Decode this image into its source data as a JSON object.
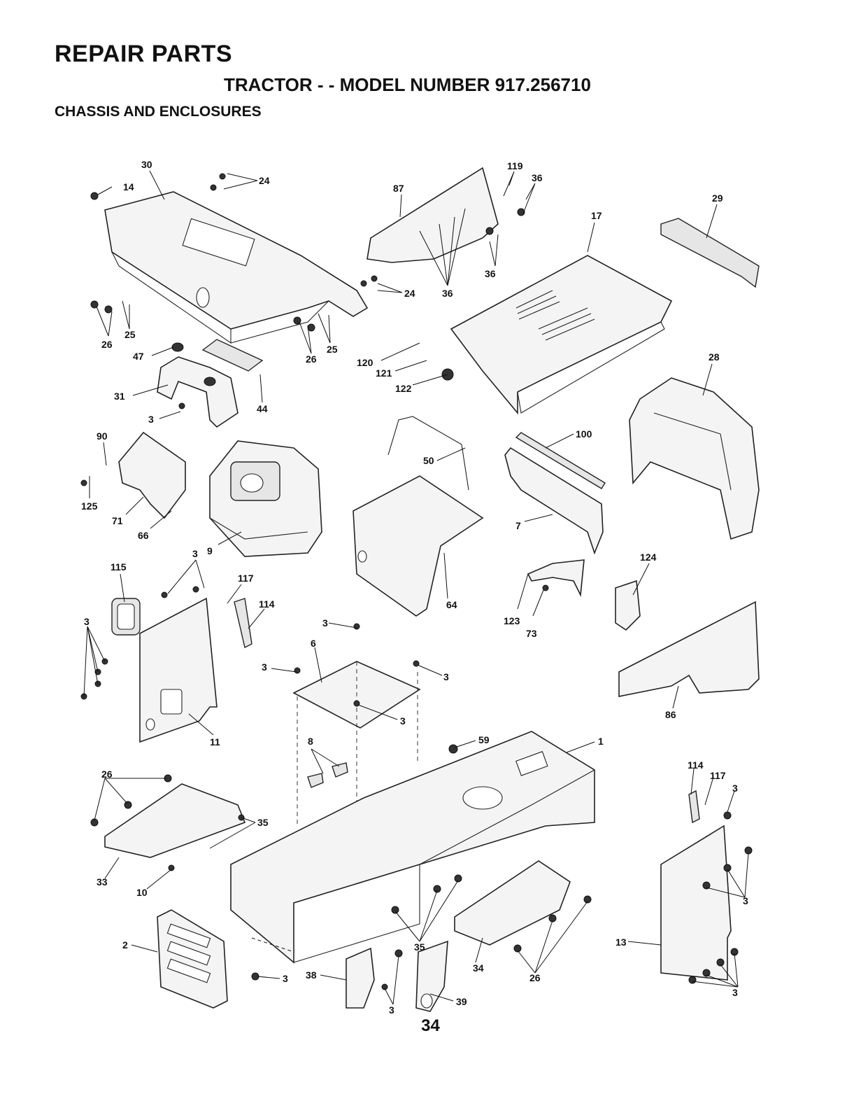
{
  "header": {
    "title": "REPAIR PARTS",
    "subtitle": "TRACTOR - - MODEL NUMBER 917.256710",
    "section": "CHASSIS AND ENCLOSURES"
  },
  "callouts": [
    {
      "id": "c30",
      "text": "30"
    },
    {
      "id": "c14",
      "text": "14"
    },
    {
      "id": "c24a",
      "text": "24"
    },
    {
      "id": "c87",
      "text": "87"
    },
    {
      "id": "c119",
      "text": "119"
    },
    {
      "id": "c36a",
      "text": "36"
    },
    {
      "id": "c17",
      "text": "17"
    },
    {
      "id": "c29",
      "text": "29"
    },
    {
      "id": "c36b",
      "text": "36"
    },
    {
      "id": "c24b",
      "text": "24"
    },
    {
      "id": "c36c",
      "text": "36"
    },
    {
      "id": "c26a",
      "text": "26"
    },
    {
      "id": "c25a",
      "text": "25"
    },
    {
      "id": "c47",
      "text": "47"
    },
    {
      "id": "c26b",
      "text": "26"
    },
    {
      "id": "c25b",
      "text": "25"
    },
    {
      "id": "c120",
      "text": "120"
    },
    {
      "id": "c121",
      "text": "121"
    },
    {
      "id": "c122",
      "text": "122"
    },
    {
      "id": "c28",
      "text": "28"
    },
    {
      "id": "c31",
      "text": "31"
    },
    {
      "id": "c44",
      "text": "44"
    },
    {
      "id": "c3a",
      "text": "3"
    },
    {
      "id": "c90",
      "text": "90"
    },
    {
      "id": "c100",
      "text": "100"
    },
    {
      "id": "c50",
      "text": "50"
    },
    {
      "id": "c125",
      "text": "125"
    },
    {
      "id": "c71",
      "text": "71"
    },
    {
      "id": "c66",
      "text": "66"
    },
    {
      "id": "c7",
      "text": "7"
    },
    {
      "id": "c9",
      "text": "9"
    },
    {
      "id": "c124",
      "text": "124"
    },
    {
      "id": "c115",
      "text": "115"
    },
    {
      "id": "c3b",
      "text": "3"
    },
    {
      "id": "c117a",
      "text": "117"
    },
    {
      "id": "c114a",
      "text": "114"
    },
    {
      "id": "c64",
      "text": "64"
    },
    {
      "id": "c123",
      "text": "123"
    },
    {
      "id": "c73",
      "text": "73"
    },
    {
      "id": "c3c",
      "text": "3"
    },
    {
      "id": "c3d",
      "text": "3"
    },
    {
      "id": "c6",
      "text": "6"
    },
    {
      "id": "c3e",
      "text": "3"
    },
    {
      "id": "c3f",
      "text": "3"
    },
    {
      "id": "c86",
      "text": "86"
    },
    {
      "id": "c3g",
      "text": "3"
    },
    {
      "id": "c11",
      "text": "11"
    },
    {
      "id": "c8",
      "text": "8"
    },
    {
      "id": "c59",
      "text": "59"
    },
    {
      "id": "c1",
      "text": "1"
    },
    {
      "id": "c26c",
      "text": "26"
    },
    {
      "id": "c114b",
      "text": "114"
    },
    {
      "id": "c117b",
      "text": "117"
    },
    {
      "id": "c3h",
      "text": "3"
    },
    {
      "id": "c35a",
      "text": "35"
    },
    {
      "id": "c33",
      "text": "33"
    },
    {
      "id": "c10",
      "text": "10"
    },
    {
      "id": "c3i",
      "text": "3"
    },
    {
      "id": "c2",
      "text": "2"
    },
    {
      "id": "c35b",
      "text": "35"
    },
    {
      "id": "c13",
      "text": "13"
    },
    {
      "id": "c3j",
      "text": "3"
    },
    {
      "id": "c38",
      "text": "38"
    },
    {
      "id": "c34",
      "text": "34"
    },
    {
      "id": "c26d",
      "text": "26"
    },
    {
      "id": "c3k",
      "text": "3"
    },
    {
      "id": "c39",
      "text": "39"
    },
    {
      "id": "c3l",
      "text": "3"
    }
  ],
  "footer": {
    "page_number": "34"
  }
}
